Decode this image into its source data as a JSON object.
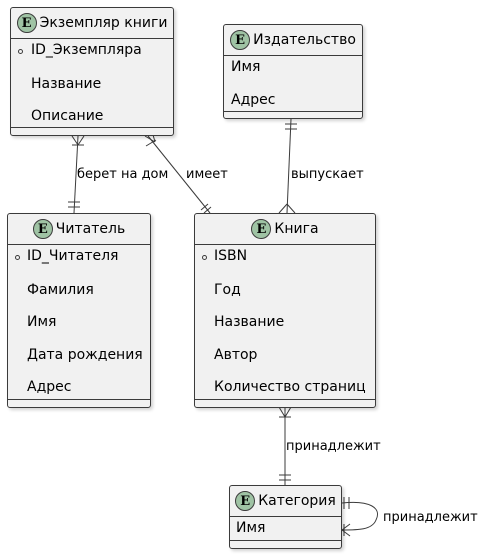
{
  "entities": {
    "copy": {
      "title": "Экземпляр книги",
      "icon": "entity-icon",
      "badge": "E",
      "attributes": [
        "ID_Экземпляра",
        "Название",
        "Описание"
      ]
    },
    "publisher": {
      "title": "Издательство",
      "icon": "entity-icon",
      "badge": "E",
      "attributes": [
        "Имя",
        "Адрес"
      ]
    },
    "reader": {
      "title": "Читатель",
      "icon": "entity-icon",
      "badge": "E",
      "attributes": [
        "ID_Читателя",
        "Фамилия",
        "Имя",
        "Дата рождения",
        "Адрес"
      ]
    },
    "book": {
      "title": "Книга",
      "icon": "entity-icon",
      "badge": "E",
      "attributes": [
        "ISBN",
        "Год",
        "Название",
        "Автор",
        "Количество страниц"
      ]
    },
    "category": {
      "title": "Категория",
      "icon": "entity-icon",
      "badge": "E",
      "attributes": [
        "Имя"
      ]
    }
  },
  "relations": {
    "copy_reader": "берет на дом",
    "copy_book": "имеет",
    "publisher_book": "выпускает",
    "book_category": "принадлежит",
    "category_self": "принадлежит"
  },
  "colors": {
    "badge": "#9fc3a4",
    "box": "#f1f1f1",
    "border": "#3b3b3b"
  }
}
